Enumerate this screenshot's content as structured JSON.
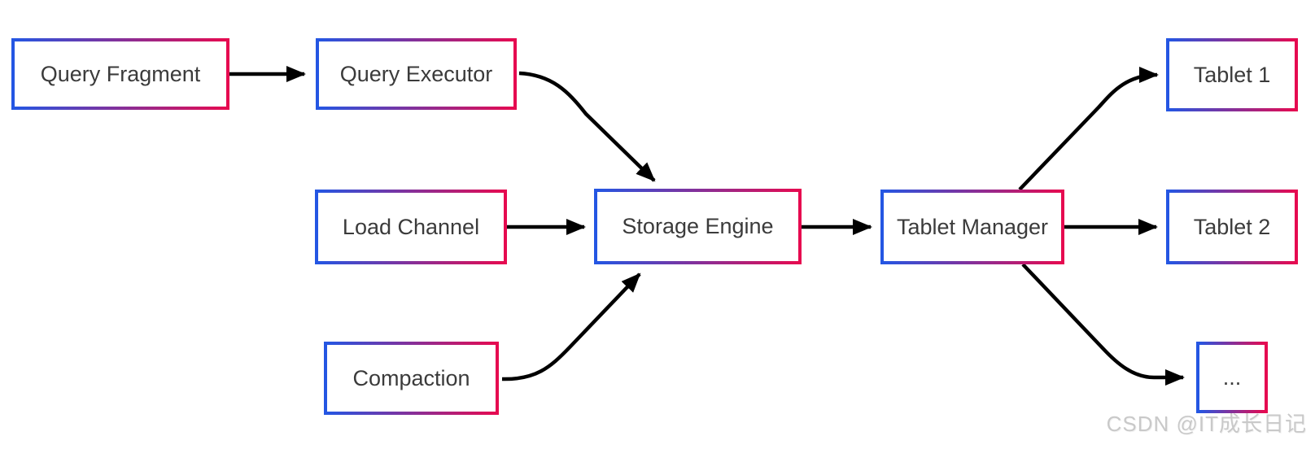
{
  "diagram": {
    "nodes": {
      "query_fragment": {
        "label": "Query Fragment"
      },
      "query_executor": {
        "label": "Query Executor"
      },
      "load_channel": {
        "label": "Load Channel"
      },
      "compaction": {
        "label": "Compaction"
      },
      "storage_engine": {
        "label": "Storage Engine"
      },
      "tablet_manager": {
        "label": "Tablet Manager"
      },
      "tablet_1": {
        "label": "Tablet 1"
      },
      "tablet_2": {
        "label": "Tablet 2"
      },
      "more_tablets": {
        "label": "..."
      }
    },
    "edges": [
      {
        "from": "query_fragment",
        "to": "query_executor"
      },
      {
        "from": "query_executor",
        "to": "storage_engine"
      },
      {
        "from": "load_channel",
        "to": "storage_engine"
      },
      {
        "from": "compaction",
        "to": "storage_engine"
      },
      {
        "from": "storage_engine",
        "to": "tablet_manager"
      },
      {
        "from": "tablet_manager",
        "to": "tablet_1"
      },
      {
        "from": "tablet_manager",
        "to": "tablet_2"
      },
      {
        "from": "tablet_manager",
        "to": "more_tablets"
      }
    ],
    "colors": {
      "node_border_start": "#2456e3",
      "node_border_end": "#e60a50",
      "node_fill": "#ffffff",
      "node_text": "#3b3b3b",
      "arrow": "#000000",
      "background": "#ffffff"
    }
  },
  "watermark": {
    "text": "CSDN @IT成长日记",
    "color": "#c9c9c9"
  }
}
